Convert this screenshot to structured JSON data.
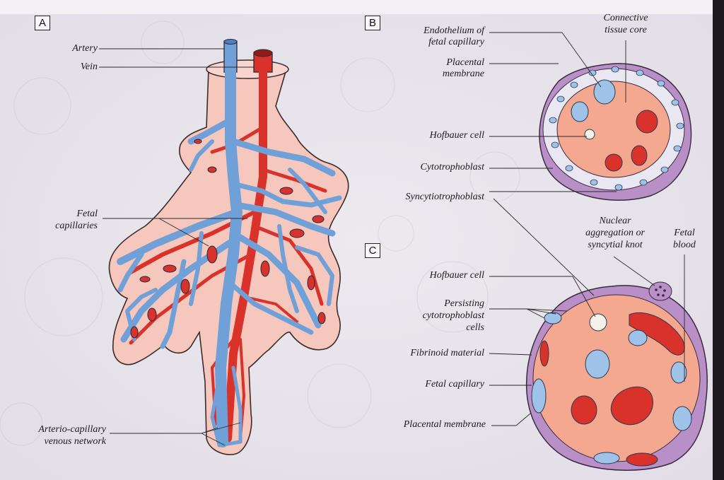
{
  "panels": {
    "a": "A",
    "b": "B",
    "c": "C"
  },
  "panel_a": {
    "artery": "Artery",
    "vein": "Vein",
    "fetal_capillaries": [
      "Fetal",
      "capillaries"
    ],
    "network": [
      "Arterio-capillary",
      "venous network"
    ]
  },
  "panel_b": {
    "endothelium": [
      "Endothelium of",
      "fetal capillary"
    ],
    "connective": [
      "Connective",
      "tissue core"
    ],
    "placental_membrane": [
      "Placental",
      "membrane"
    ],
    "hofbauer": "Hofbauer cell",
    "cytotrophoblast": "Cytotrophoblast",
    "syncytiotrophoblast": "Syncytiotrophoblast"
  },
  "panel_c": {
    "nuclear": [
      "Nuclear",
      "aggregation or",
      "syncytial knot"
    ],
    "fetal_blood": [
      "Fetal",
      "blood"
    ],
    "hofbauer": "Hofbauer cell",
    "persisting": [
      "Persisting",
      "cytotrophoblast",
      "cells"
    ],
    "fibrinoid": "Fibrinoid material",
    "fetal_capillary": "Fetal capillary",
    "placental_membrane": "Placental membrane"
  },
  "colors": {
    "artery_red": "#d8322a",
    "vein_blue": "#6fa0d8",
    "tissue_pink": "#f6c7bd",
    "stroma_salmon": "#f3a88f",
    "membrane_purple": "#b98fc7"
  }
}
